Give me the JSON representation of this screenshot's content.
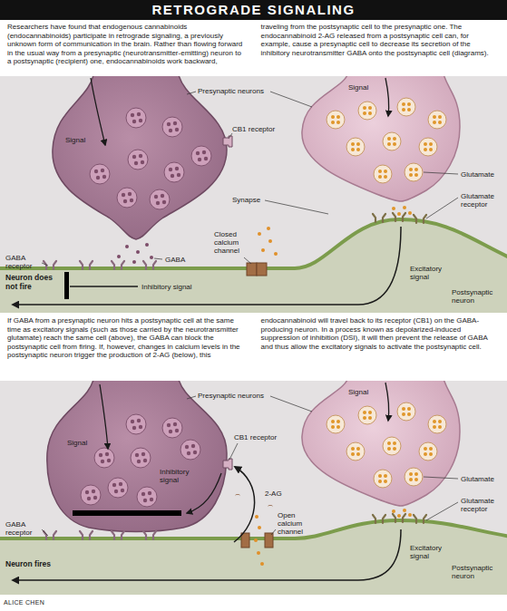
{
  "diagram": {
    "title": "RETROGRADE SIGNALING",
    "labels": [
      "Researchers have found that endogenous cannabinoids (endocannabinoids) participate in retrograde signaling, a previously unknown form of communication in the brain. Rather than flowing forward in the usual way from a presynaptic (neurotransmitter-emitting) neuron to a postsynaptic (recipient) one, endocannabinoids work backward, traveling from the postsynaptic cell to the presynaptic one. The endocannabinoid 2-AG released from a postsynaptic cell can, for example, cause a presynaptic cell to decrease its secretion of the inhibitory neurotransmitter GABA onto the postsynaptic cell (diagrams).",
      "Signal",
      "Presynaptic neurons",
      "CB1 receptor",
      "Signal",
      "Glutamate",
      "Synapse",
      "Glutamate receptor",
      "Closed calcium channel",
      "GABA",
      "GABA receptor",
      "Neuron does not fire",
      "Inhibitory signal",
      "Excitatory signal",
      "Postsynaptic neuron",
      "If GABA from a presynaptic neuron hits a postsynaptic cell at the same time as excitatory signals (such as those carried by the neurotransmitter glutamate) reach the same cell (above), the GABA can block the postsynaptic cell from firing. If, however, changes in calcium levels in the postsynaptic neuron trigger the production of 2-AG (below), this endocannabinoid will travel back to its receptor (CB1) on the GABA-producing neuron. In a process known as depolarized-induced suppression of inhibition (DSI), it will then prevent the release of GABA and thus allow the excitatory signals to activate the postsynaptic cell.",
      "Signal",
      "Presynaptic neurons",
      "CB1 receptor",
      "Inhibitory signal",
      "2-AG",
      "Signal",
      "Glutamate",
      "Glutamate receptor",
      "GABA receptor",
      "Open calcium channel",
      "Neuron fires",
      "Excitatory signal",
      "Postsynaptic neuron",
      "ALICE CHEN"
    ]
  }
}
